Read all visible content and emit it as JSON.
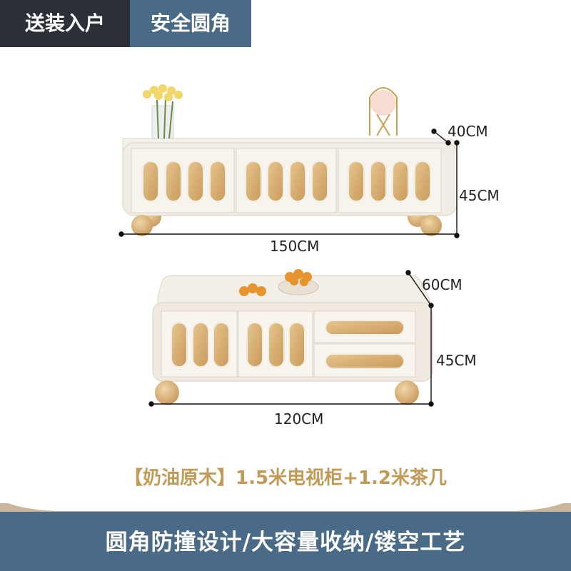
{
  "header": {
    "tag_primary": "送装入户",
    "tag_secondary": "安全圆角"
  },
  "tv_cabinet": {
    "depth": "40CM",
    "height": "45CM",
    "width": "150CM"
  },
  "coffee_table": {
    "depth": "60CM",
    "height": "45CM",
    "width": "120CM"
  },
  "product_title": "【奶油原木】1.5米电视柜+1.2米茶几",
  "footer": {
    "features": "圆角防撞设计/大容量收纳/镂空工艺"
  },
  "colors": {
    "header_dark": "#2b2f37",
    "brand_blue": "#4a6b88",
    "accent_gold": "#c19a58",
    "cabinet_cream": "#f1ece4",
    "wood": "#d8b27a"
  }
}
